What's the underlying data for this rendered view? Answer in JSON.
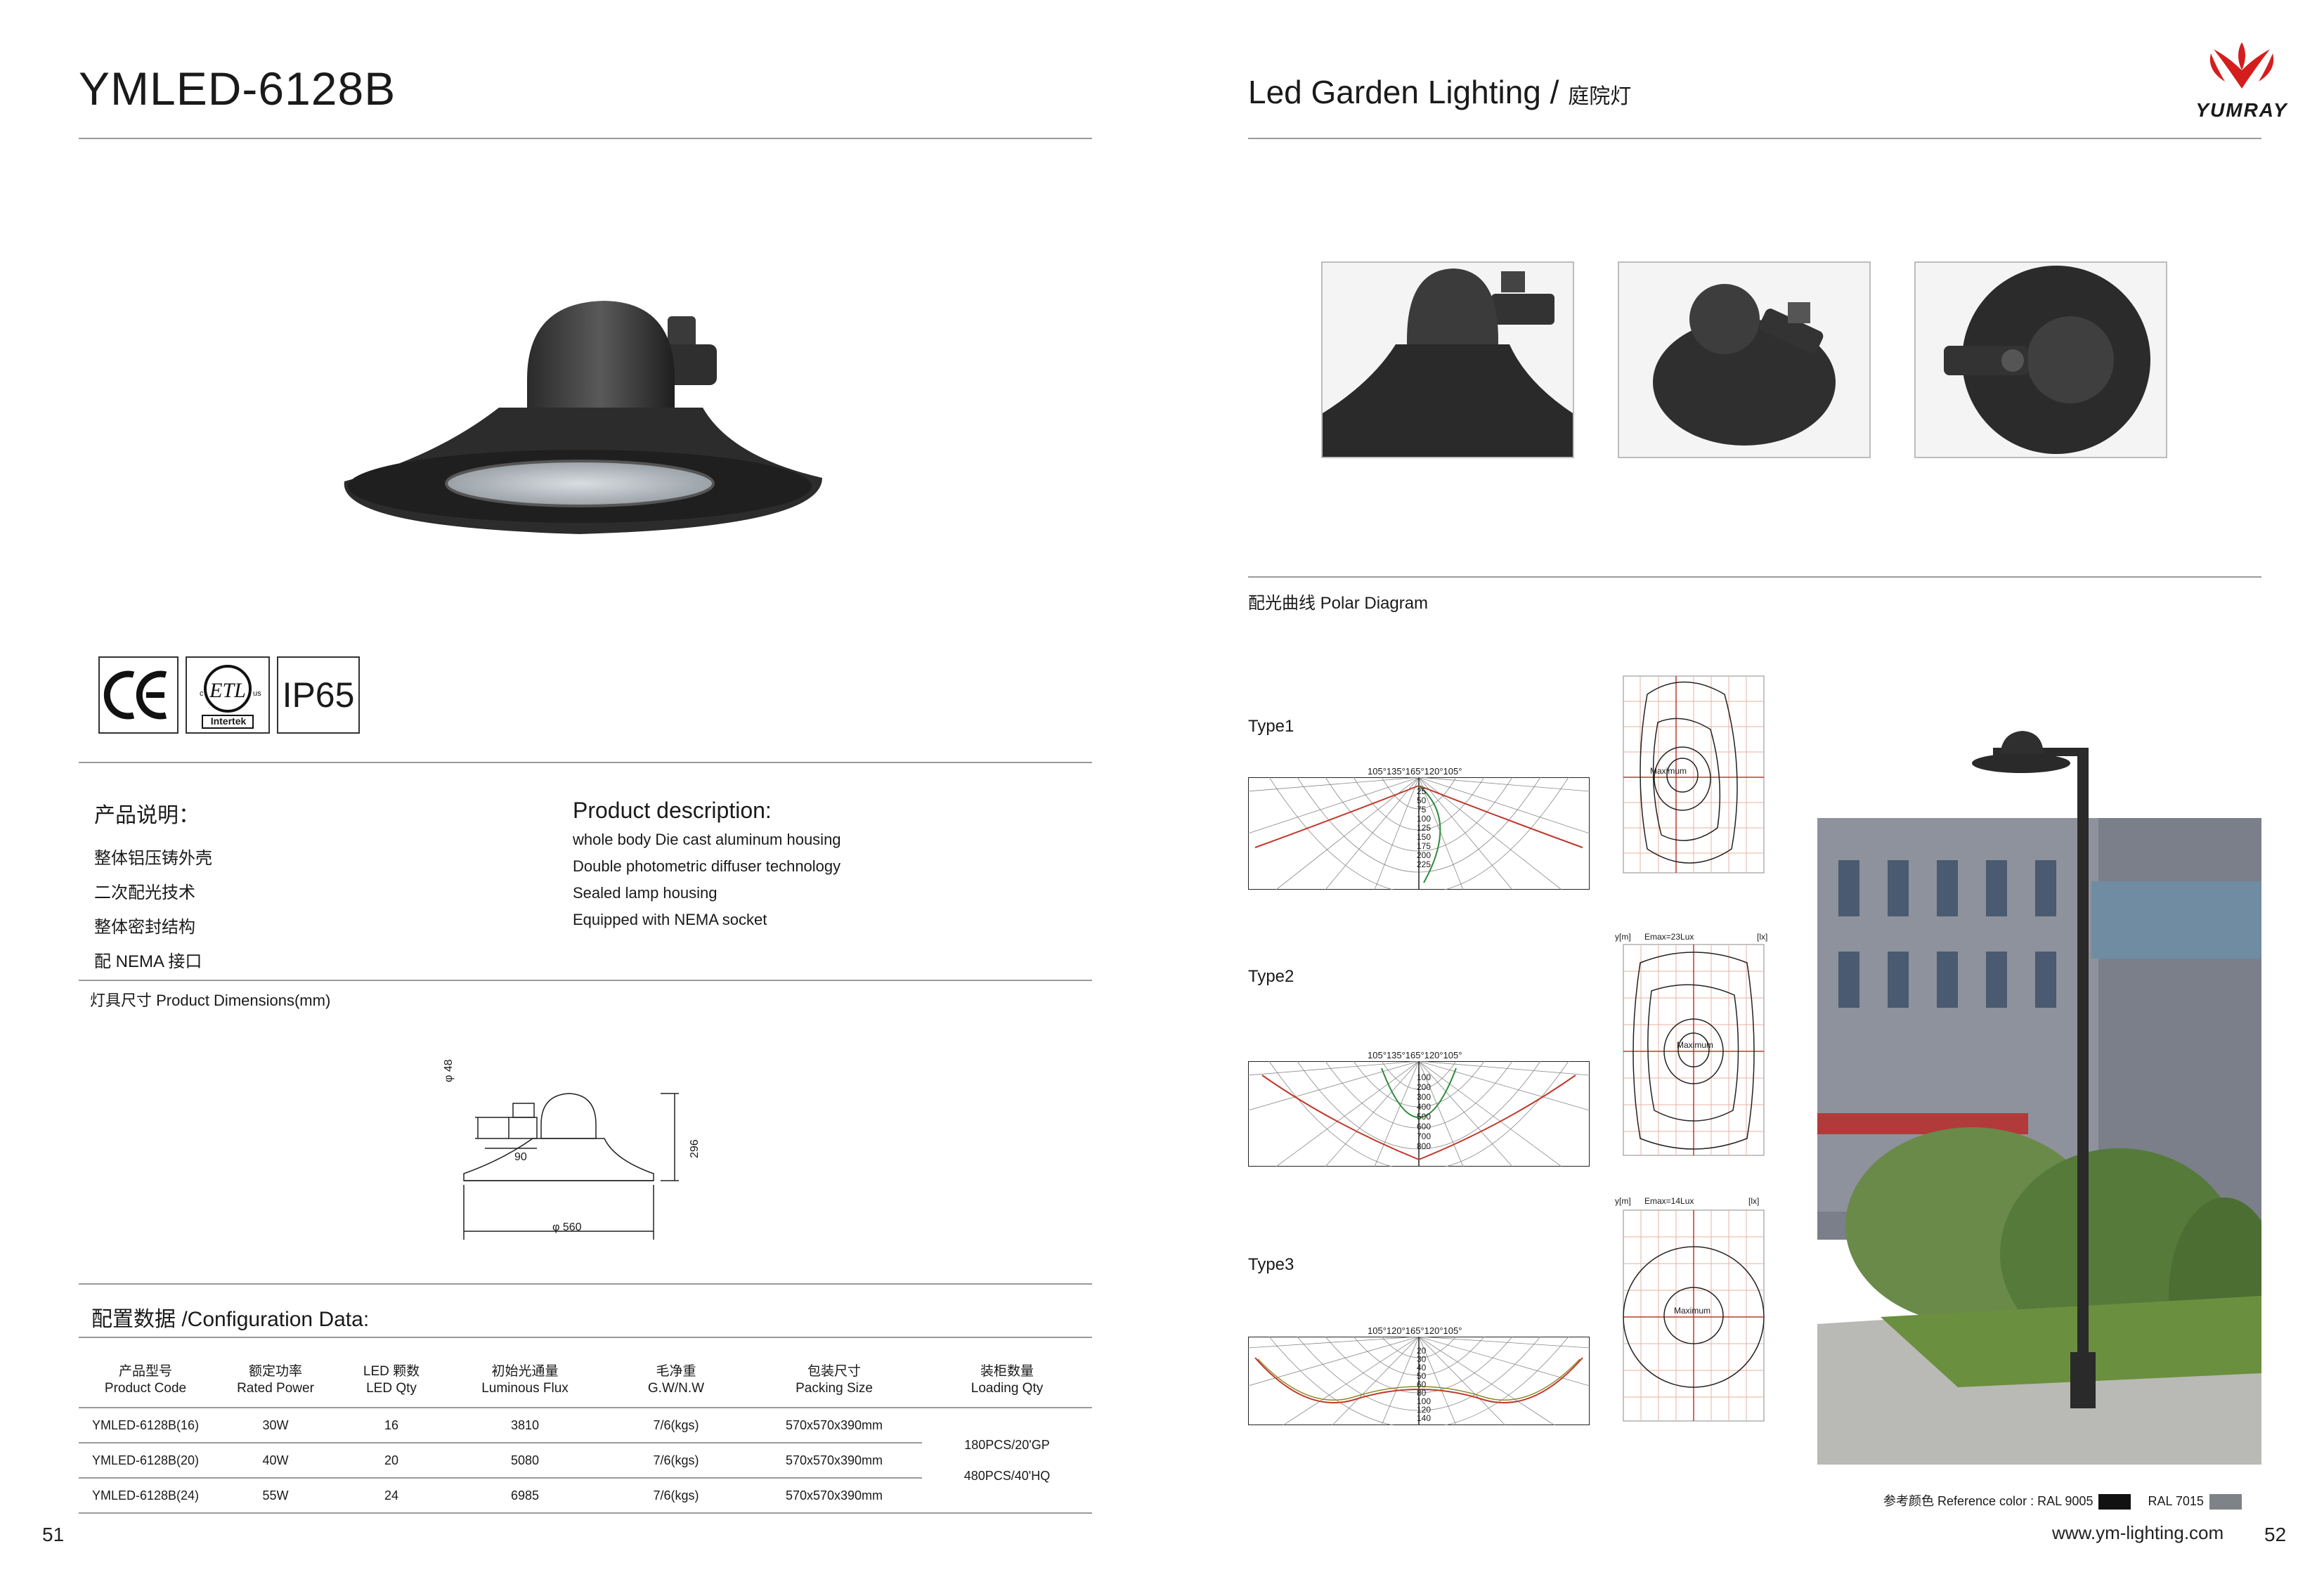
{
  "header": {
    "model": "YMLED-6128B",
    "category_en": "Led Garden Lighting /",
    "category_cn": "庭院灯",
    "brand": "YUMRAY"
  },
  "certs": {
    "ip": "IP65",
    "etl": "Intertek"
  },
  "description": {
    "cn_title": "产品说明：",
    "cn_items": [
      "整体铝压铸外壳",
      "二次配光技术",
      "整体密封结构",
      "配 NEMA 接口"
    ],
    "en_title": "Product description:",
    "en_items": [
      "whole body Die cast aluminum housing",
      "Double photometric diffuser technology",
      "Sealed lamp housing",
      "Equipped with NEMA socket"
    ]
  },
  "dimensions": {
    "label": "灯具尺寸 Product Dimensions(mm)",
    "d48": "φ 48",
    "w90": "90",
    "h296": "296",
    "d560": "φ 560"
  },
  "config": {
    "label": "配置数据 /Configuration Data:",
    "headers": [
      [
        "产品型号",
        "Product Code"
      ],
      [
        "额定功率",
        "Rated Power"
      ],
      [
        "LED 颗数",
        "LED Qty"
      ],
      [
        "初始光通量",
        "Luminous Flux"
      ],
      [
        "毛净重",
        "G.W/N.W"
      ],
      [
        "包装尺寸",
        "Packing Size"
      ],
      [
        "装柜数量",
        "Loading Qty"
      ]
    ],
    "rows": [
      [
        "YMLED-6128B(16)",
        "30W",
        "16",
        "3810",
        "7/6(kgs)",
        "570x570x390mm"
      ],
      [
        "YMLED-6128B(20)",
        "40W",
        "20",
        "5080",
        "7/6(kgs)",
        "570x570x390mm"
      ],
      [
        "YMLED-6128B(24)",
        "55W",
        "24",
        "6985",
        "7/6(kgs)",
        "570x570x390mm"
      ]
    ],
    "loading_1": "180PCS/20'GP",
    "loading_2": "480PCS/40'HQ"
  },
  "polar": {
    "label": "配光曲线 Polar Diagram",
    "types": [
      "Type1",
      "Type2",
      "Type3"
    ],
    "angle_labels_top": [
      "105°135°165°120°105°",
      "105°135°165°120°105°",
      "105°120°165°120°105°"
    ],
    "type1_scale": [
      "25",
      "50",
      "75",
      "100",
      "125",
      "150",
      "175",
      "200",
      "225"
    ],
    "type2_scale": [
      "100",
      "200",
      "300",
      "400",
      "500",
      "600",
      "700",
      "800"
    ],
    "type3_scale": [
      "20",
      "30",
      "40",
      "50",
      "60",
      "80",
      "100",
      "120",
      "140"
    ],
    "iso_header_2": "Emax=23Lux",
    "iso_header_3": "Emax=14Lux",
    "iso_ylabel": "y[m]",
    "iso_unit": "[lx]",
    "iso_max": "Maximum"
  },
  "footer": {
    "page_left": "51",
    "page_right": "52",
    "website": "www.ym-lighting.com",
    "ref_label": "参考颜色 Reference color : RAL 9005",
    "ral2": "RAL 7015"
  },
  "colors": {
    "ral9005": "#111111",
    "ral7015": "#7d8387"
  }
}
